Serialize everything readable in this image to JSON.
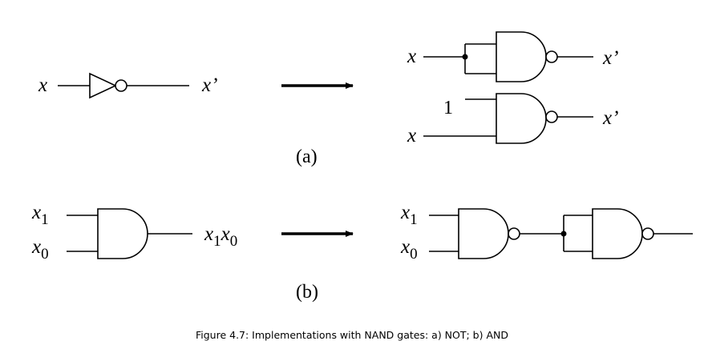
{
  "part_a": {
    "label": "(a)",
    "not_input": "x",
    "not_output": "x’",
    "nand_tied": {
      "input": "x",
      "output": "x’"
    },
    "nand_const": {
      "const_input": "1",
      "input": "x",
      "output": "x’"
    }
  },
  "part_b": {
    "label": "(b)",
    "and_inputs": {
      "x1_base": "x",
      "x1_sub": "1",
      "x0_base": "x",
      "x0_sub": "0"
    },
    "and_output": {
      "a_base": "x",
      "a_sub": "1",
      "b_base": "x",
      "b_sub": "0"
    },
    "nand_inputs": {
      "x1_base": "x",
      "x1_sub": "1",
      "x0_base": "x",
      "x0_sub": "0"
    }
  },
  "caption": "Figure 4.7: Implementations with NAND gates: a) NOT; b) AND"
}
